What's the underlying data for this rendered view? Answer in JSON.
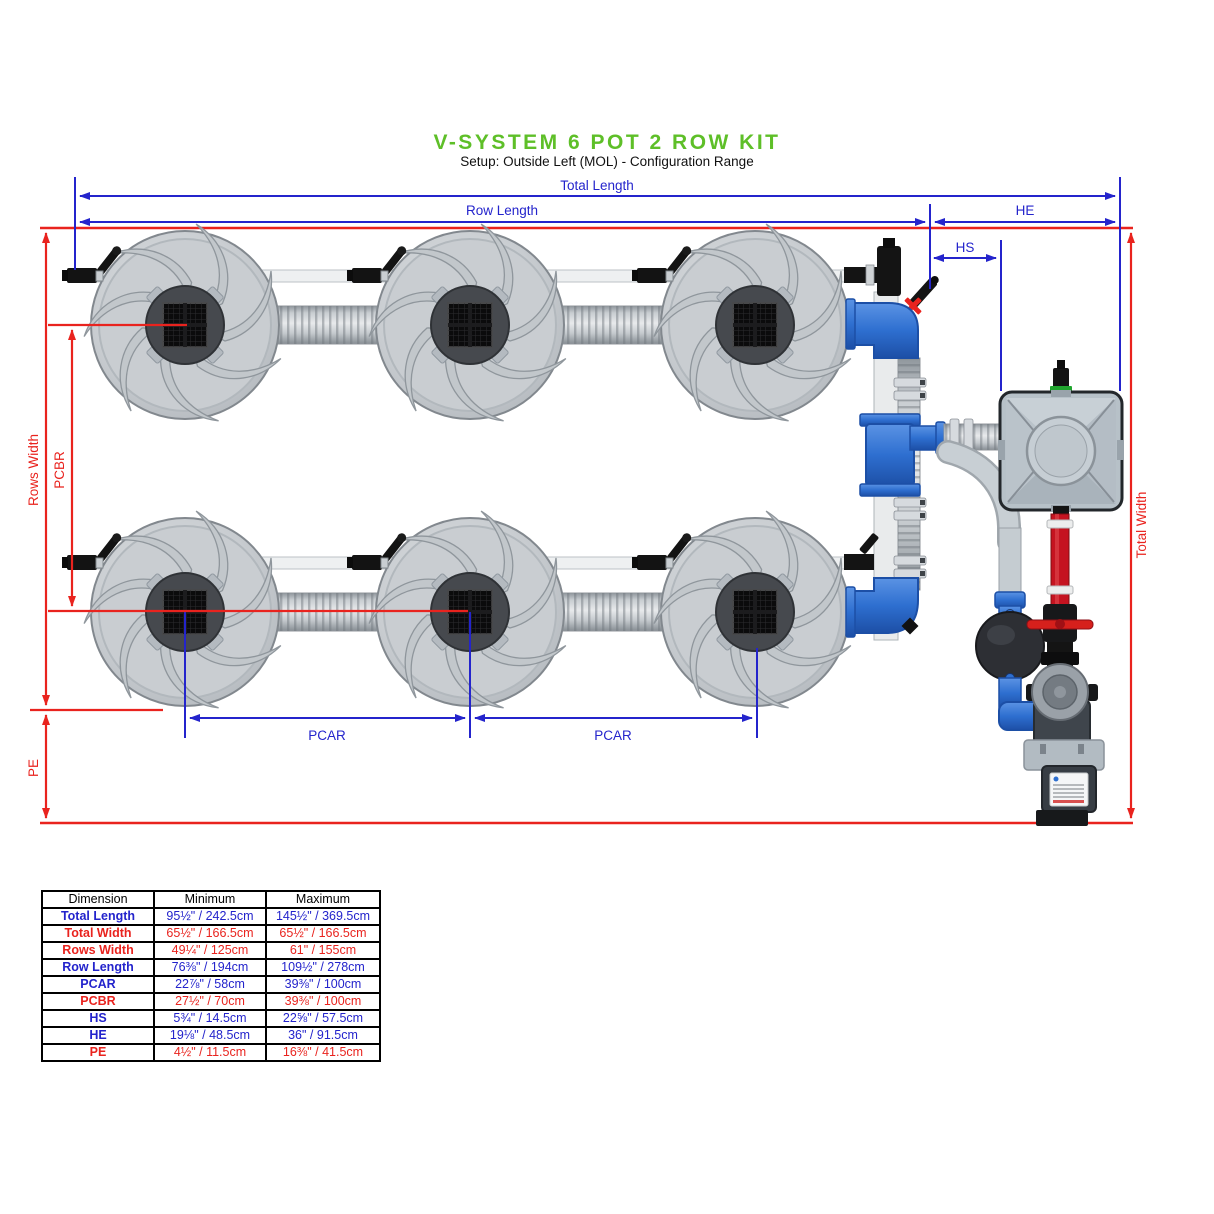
{
  "header": {
    "title": "V-SYSTEM 6 POT 2 ROW KIT",
    "subtitle": "Setup: Outside Left (MOL) - Configuration Range"
  },
  "diagram": {
    "labels": {
      "total_length": "Total Length",
      "row_length": "Row Length",
      "he": "HE",
      "hs": "HS",
      "rows_width": "Rows Width",
      "pcbr": "PCBR",
      "pcar_left": "PCAR",
      "pcar_right": "PCAR",
      "pe": "PE",
      "total_width": "Total Width"
    },
    "colors": {
      "length_lines_blue": "#2424cc",
      "width_lines_red": "#e9231e",
      "title_green": "#5ebf28",
      "fitting_blue": "#2e6fd0",
      "pipe_red": "#c51320"
    },
    "pot_count": "6",
    "row_count": "2"
  },
  "table": {
    "headers": [
      "Dimension",
      "Minimum",
      "Maximum"
    ],
    "rows": [
      {
        "name": "Total Length",
        "min": "95½\" / 242.5cm",
        "max": "145½\" / 369.5cm",
        "color": "c-blue"
      },
      {
        "name": "Total Width",
        "min": "65½\" / 166.5cm",
        "max": "65½\" / 166.5cm",
        "color": "c-red"
      },
      {
        "name": "Rows Width",
        "min": "49¼\" / 125cm",
        "max": "61\" / 155cm",
        "color": "c-red"
      },
      {
        "name": "Row Length",
        "min": "76⅜\" / 194cm",
        "max": "109½\" / 278cm",
        "color": "c-blue"
      },
      {
        "name": "PCAR",
        "min": "22⅞\" / 58cm",
        "max": "39⅜\" / 100cm",
        "color": "c-blue"
      },
      {
        "name": "PCBR",
        "min": "27½\" / 70cm",
        "max": "39⅜\" / 100cm",
        "color": "c-red"
      },
      {
        "name": "HS",
        "min": "5¾\" / 14.5cm",
        "max": "22⅝\" / 57.5cm",
        "color": "c-blue"
      },
      {
        "name": "HE",
        "min": "19⅛\" / 48.5cm",
        "max": "36\" / 91.5cm",
        "color": "c-blue"
      },
      {
        "name": "PE",
        "min": "4½\" / 11.5cm",
        "max": "16⅜\" / 41.5cm",
        "color": "c-red"
      }
    ]
  }
}
